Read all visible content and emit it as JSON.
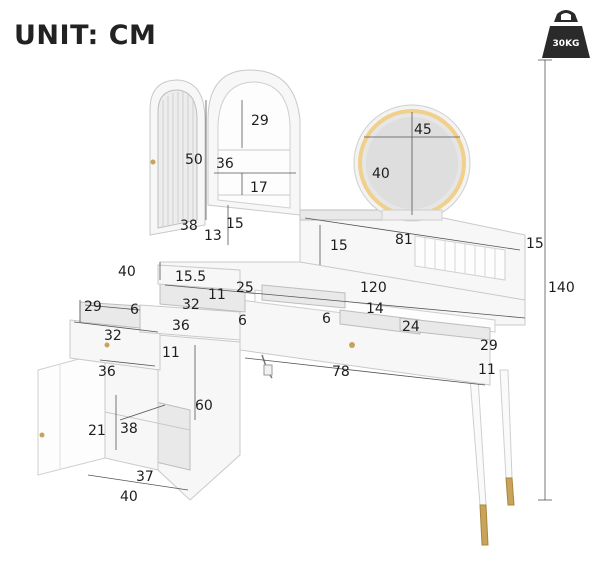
{
  "unit_label": "UNIT: CM",
  "weight_badge": "30KG",
  "weight_icon": "kettlebell-weight-icon",
  "dims": {
    "shelf_top": "29",
    "shelf_width": "36",
    "shelf_mid": "17",
    "door_height": "50",
    "door_width": "38",
    "shelf_low": "15",
    "small_h": "13",
    "mirror_width": "45",
    "mirror_height": "40",
    "back_shelf_h": "15",
    "back_shelf_w": "81",
    "top_depth": "15",
    "total_height": "140",
    "side_depth": "40",
    "tray_w": "15.5",
    "tray_d": "25",
    "tray_s": "11",
    "drawer_d": "29",
    "drawer_gap": "6",
    "drawer_w32": "32",
    "drawer_w36": "36",
    "drawer_side": "6",
    "top_width": "120",
    "compart_w": "14",
    "compart_h": "6",
    "compart_24": "24",
    "right_depth": "29",
    "drawer32b": "32",
    "drawer_h11": "11",
    "cab_w": "36",
    "cab_h": "60",
    "desk_w": "78",
    "leg_11": "11",
    "cab_inner_h": "21",
    "cab_inner_d": "38",
    "cab_inner_w": "37",
    "cab_base_w": "40"
  }
}
